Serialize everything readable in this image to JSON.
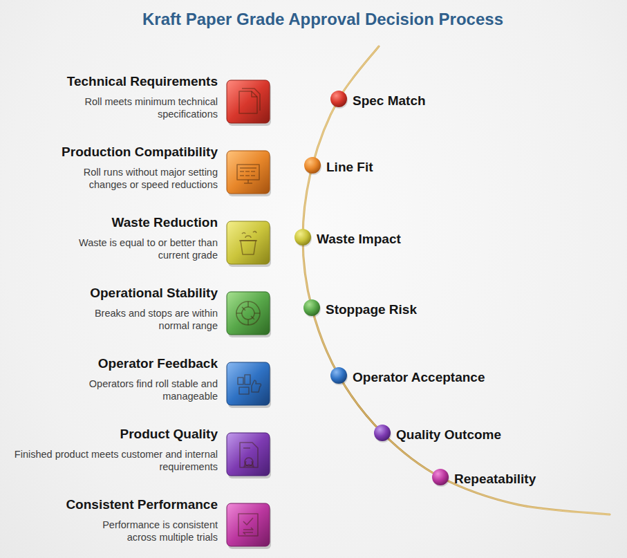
{
  "diagram": {
    "title": "Kraft Paper Grade Approval Decision Process",
    "nodes": [
      {
        "text": [
          "Technical Requirements",
          "Roll meets minimum technical specifications"
        ]
      },
      {
        "text": [
          "Spec Match"
        ]
      },
      {
        "text": [
          "Production Compatibility",
          "Roll runs without major setting changes or speed reductions"
        ]
      },
      {
        "text": [
          "Line Fit"
        ]
      },
      {
        "text": [
          "Waste Reduction",
          "Waste is equal to or better than current grade"
        ]
      },
      {
        "text": [
          "Waste Impact"
        ]
      },
      {
        "text": [
          "Operational Stability",
          "Breaks and stops are within normal range"
        ]
      },
      {
        "text": [
          "Stoppage Risk"
        ]
      },
      {
        "text": [
          "Operator Feedback",
          "Operators find roll stable and manageable"
        ]
      },
      {
        "text": [
          "Operator Acceptance"
        ]
      },
      {
        "text": [
          "Product Quality",
          "Finished product meets customer and internal requirements"
        ]
      },
      {
        "text": [
          "Quality Outcome"
        ]
      },
      {
        "text": [
          "Consistent Performance",
          "Performance is consistent across multiple trials"
        ]
      },
      {
        "text": [
          "Repeatability"
        ]
      }
    ]
  }
}
